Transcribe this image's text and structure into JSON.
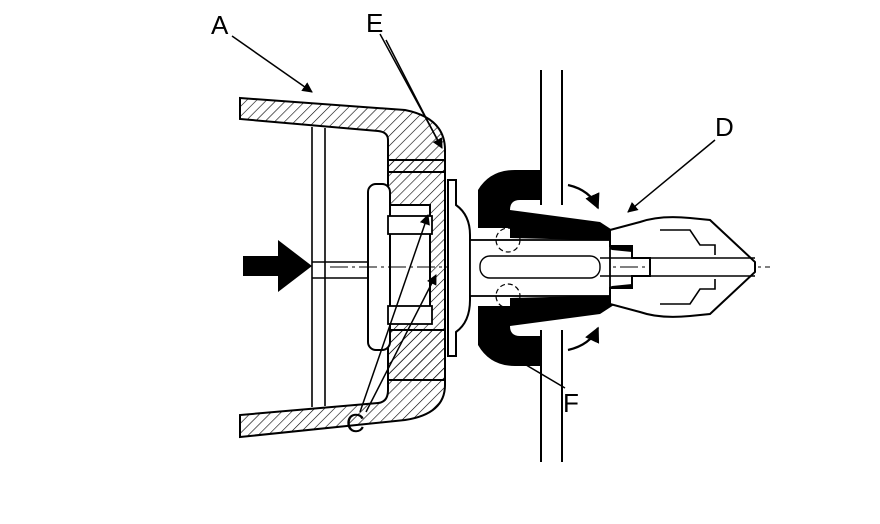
{
  "labels": {
    "a": "A",
    "e": "E",
    "d": "D",
    "f": "F",
    "c": "C"
  },
  "colors": {
    "ink": "#000000",
    "paper": "#ffffff"
  }
}
